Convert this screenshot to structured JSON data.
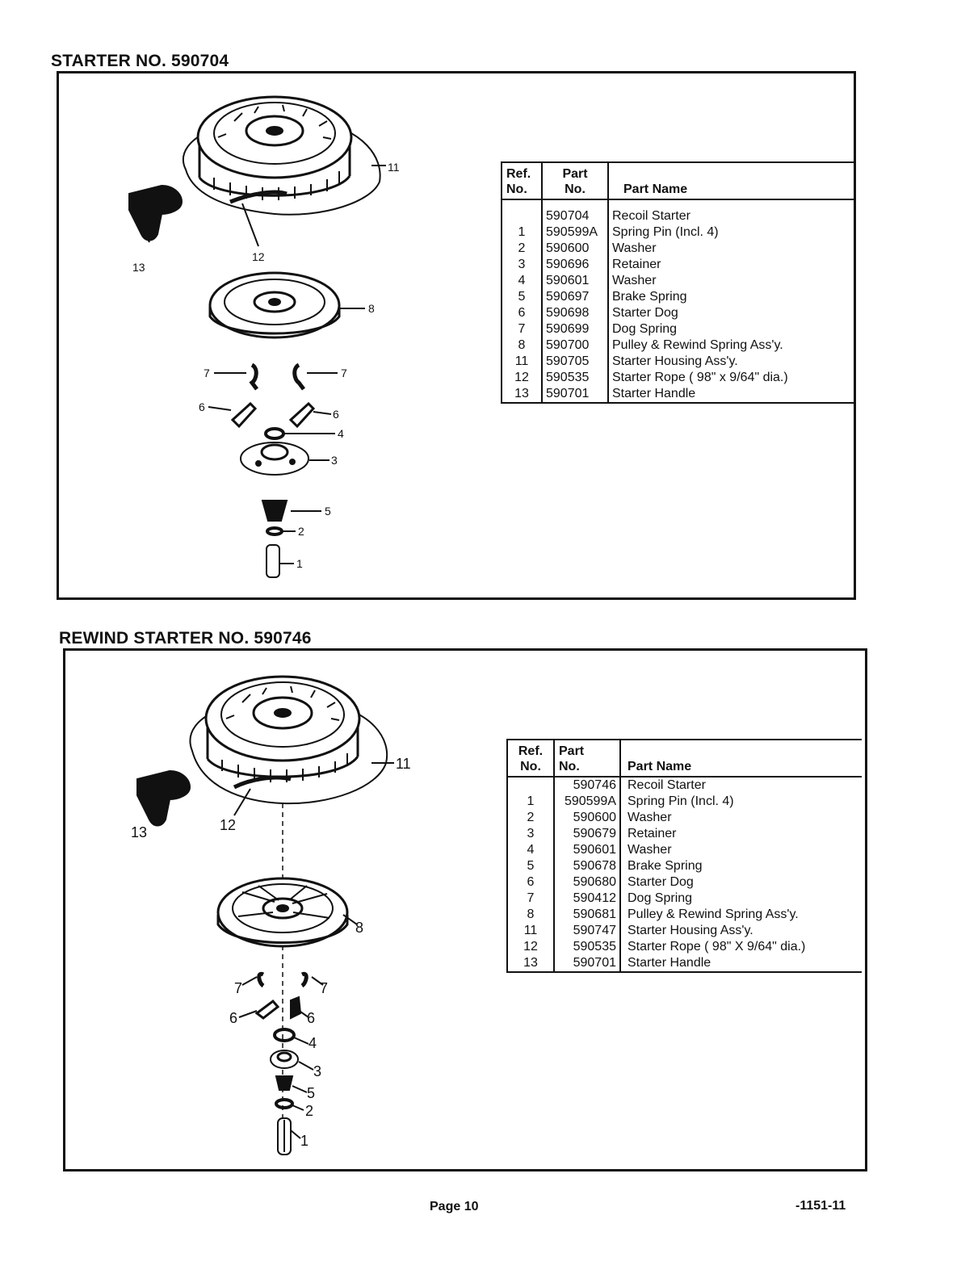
{
  "sections": [
    {
      "title": "STARTER NO. 590704",
      "table": {
        "headers": {
          "ref": "Ref.\nNo.",
          "part": "Part\nNo.",
          "name": "Part Name"
        },
        "rows": [
          {
            "ref": "",
            "part": "590704",
            "name": "Recoil Starter"
          },
          {
            "ref": "1",
            "part": "590599A",
            "name": "Spring Pin (Incl. 4)"
          },
          {
            "ref": "2",
            "part": "590600",
            "name": "Washer"
          },
          {
            "ref": "3",
            "part": "590696",
            "name": "Retainer"
          },
          {
            "ref": "4",
            "part": "590601",
            "name": "Washer"
          },
          {
            "ref": "5",
            "part": "590697",
            "name": "Brake Spring"
          },
          {
            "ref": "6",
            "part": "590698",
            "name": "Starter Dog"
          },
          {
            "ref": "7",
            "part": "590699",
            "name": "Dog Spring"
          },
          {
            "ref": "8",
            "part": "590700",
            "name": "Pulley & Rewind Spring Ass'y."
          },
          {
            "ref": "11",
            "part": "590705",
            "name": "Starter Housing Ass'y."
          },
          {
            "ref": "12",
            "part": "590535",
            "name": "Starter Rope ( 98\" x 9/64\" dia.)"
          },
          {
            "ref": "13",
            "part": "590701",
            "name": "Starter Handle"
          }
        ]
      },
      "callouts": [
        "11",
        "13",
        "12",
        "8",
        "7",
        "7",
        "6",
        "6",
        "4",
        "3",
        "5",
        "2",
        "1"
      ]
    },
    {
      "title": "REWIND STARTER NO. 590746",
      "table": {
        "headers": {
          "ref": "Ref.\nNo.",
          "part": "Part\nNo.",
          "name": "Part Name"
        },
        "rows": [
          {
            "ref": "",
            "part": "590746",
            "name": "Recoil Starter"
          },
          {
            "ref": "1",
            "part": "590599A",
            "name": "Spring Pin (Incl. 4)"
          },
          {
            "ref": "2",
            "part": "590600",
            "name": "Washer"
          },
          {
            "ref": "3",
            "part": "590679",
            "name": "Retainer"
          },
          {
            "ref": "4",
            "part": "590601",
            "name": "Washer"
          },
          {
            "ref": "5",
            "part": "590678",
            "name": "Brake Spring"
          },
          {
            "ref": "6",
            "part": "590680",
            "name": "Starter Dog"
          },
          {
            "ref": "7",
            "part": "590412",
            "name": "Dog Spring"
          },
          {
            "ref": "8",
            "part": "590681",
            "name": "Pulley & Rewind Spring Ass'y."
          },
          {
            "ref": "11",
            "part": "590747",
            "name": "Starter Housing Ass'y."
          },
          {
            "ref": "12",
            "part": "590535",
            "name": "Starter Rope ( 98\" X 9/64\" dia.)"
          },
          {
            "ref": "13",
            "part": "590701",
            "name": "Starter Handle"
          }
        ]
      },
      "callouts": [
        "11",
        "13",
        "12",
        "8",
        "7",
        "7",
        "6",
        "6",
        "4",
        "3",
        "5",
        "2",
        "1"
      ]
    }
  ],
  "footer": {
    "page": "Page 10",
    "code": "-1151-11"
  }
}
